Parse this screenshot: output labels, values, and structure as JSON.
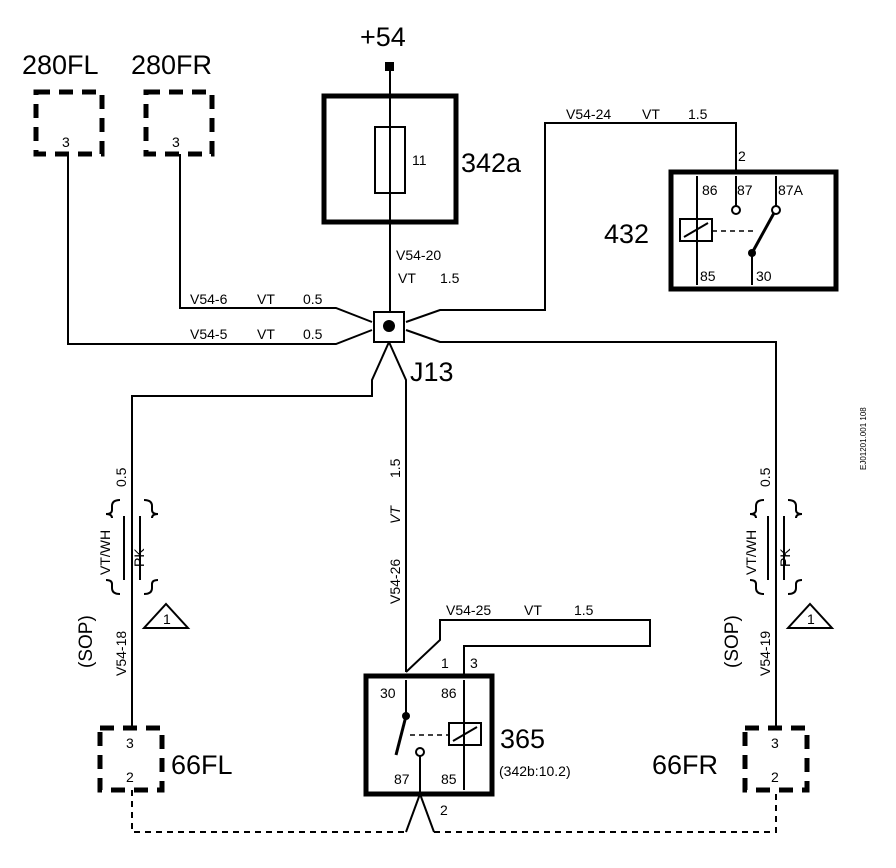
{
  "supply": "+54",
  "components": {
    "c280fl": {
      "name": "280FL",
      "pin": "3"
    },
    "c280fr": {
      "name": "280FR",
      "pin": "3"
    },
    "fuse": {
      "name": "342a",
      "number": "11"
    },
    "relay432": {
      "name": "432",
      "pins": {
        "p86": "86",
        "p87": "87",
        "p87a": "87A",
        "p85": "85",
        "p30": "30"
      },
      "conn_pin": "2"
    },
    "junction": {
      "name": "J13"
    },
    "relay365": {
      "name": "365",
      "ref": "(342b:10.2)",
      "pins": {
        "p30": "30",
        "p86": "86",
        "p87": "87",
        "p85": "85"
      },
      "conn_pin1": "1",
      "conn_pin3": "3",
      "conn_pin2": "2"
    },
    "c66fl": {
      "name": "66FL",
      "pin_top": "3",
      "pin_bottom": "2"
    },
    "c66fr": {
      "name": "66FR",
      "pin_top": "3",
      "pin_bottom": "2"
    }
  },
  "wires": {
    "v54_24": {
      "id": "V54-24",
      "color": "VT",
      "size": "1.5"
    },
    "v54_20": {
      "id": "V54-20",
      "color": "VT",
      "size": "1.5"
    },
    "v54_6": {
      "id": "V54-6",
      "color": "VT",
      "size": "0.5"
    },
    "v54_5": {
      "id": "V54-5",
      "color": "VT",
      "size": "0.5"
    },
    "v54_26": {
      "id": "V54-26",
      "color": "VT",
      "size": "1.5"
    },
    "v54_25": {
      "id": "V54-25",
      "color": "VT",
      "size": "1.5"
    },
    "v54_18": {
      "id": "V54-18",
      "size": "0.5",
      "color_sop": "VT/WH",
      "color_alt": "PK",
      "sop": "(SOP)",
      "note": "1"
    },
    "v54_19": {
      "id": "V54-19",
      "size": "0.5",
      "color_sop": "VT/WH",
      "color_alt": "PK",
      "sop": "(SOP)",
      "note": "1"
    }
  },
  "doc_code": "EJ01201.001 108"
}
